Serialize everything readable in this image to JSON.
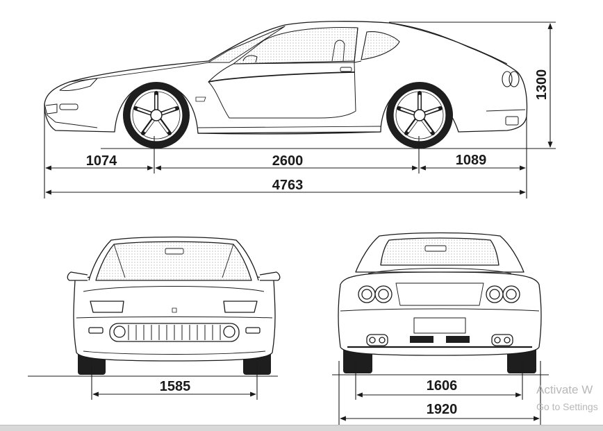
{
  "dimensions": {
    "front_overhang": "1074",
    "wheelbase": "2600",
    "rear_overhang": "1089",
    "overall_length": "4763",
    "height": "1300",
    "front_track": "1585",
    "rear_track": "1606",
    "overall_width": "1920"
  },
  "watermark": {
    "line1": "Activate W",
    "line2": "Go to Settings"
  },
  "colors": {
    "line": "#1a1a1a",
    "glass_dots": "#c8c8c8",
    "tyre": "#1e1e1e"
  }
}
